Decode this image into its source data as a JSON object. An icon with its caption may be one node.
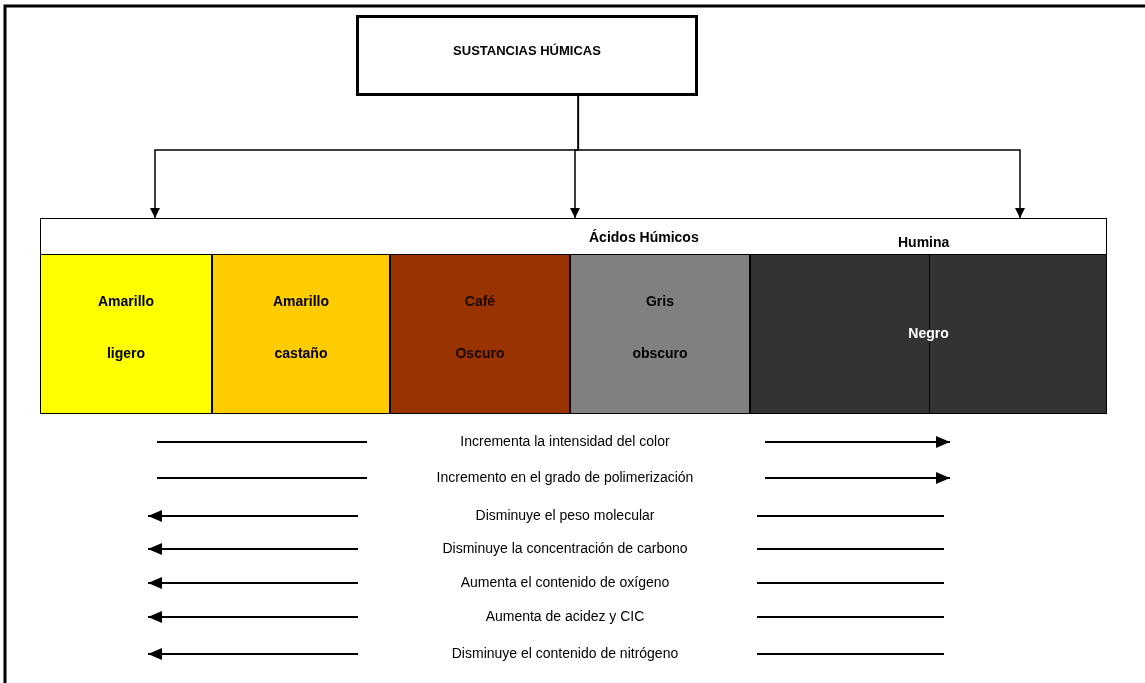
{
  "diagram": {
    "nodes": [
      {
        "text": [
          "SUSTANCIAS HÚMICAS"
        ]
      },
      {
        "text": [
          "Ácidos Húmicos",
          "Humina"
        ]
      },
      {
        "text": [
          "Amarillo ligero"
        ]
      },
      {
        "text": [
          "Amarillo castaño"
        ]
      },
      {
        "text": [
          "Café Oscuro"
        ]
      },
      {
        "text": [
          "Gris obscuro"
        ]
      },
      {
        "text": [
          "Negro"
        ]
      }
    ],
    "edges": [
      {
        "from": 0,
        "to": 1,
        "arrow": "to"
      },
      {
        "from": 0,
        "to": 1,
        "arrow": "to"
      },
      {
        "from": 0,
        "to": 1,
        "arrow": "to"
      }
    ],
    "labels": [
      "Incrementa la intensidad del color",
      "Incremento en el grado de polimerización",
      "Disminuye el peso molecular",
      "Disminuye la concentración de carbono",
      "Aumenta el contenido de oxígeno",
      "Aumenta de acidez y CIC",
      "Disminuye el contenido de nitrógeno"
    ]
  }
}
